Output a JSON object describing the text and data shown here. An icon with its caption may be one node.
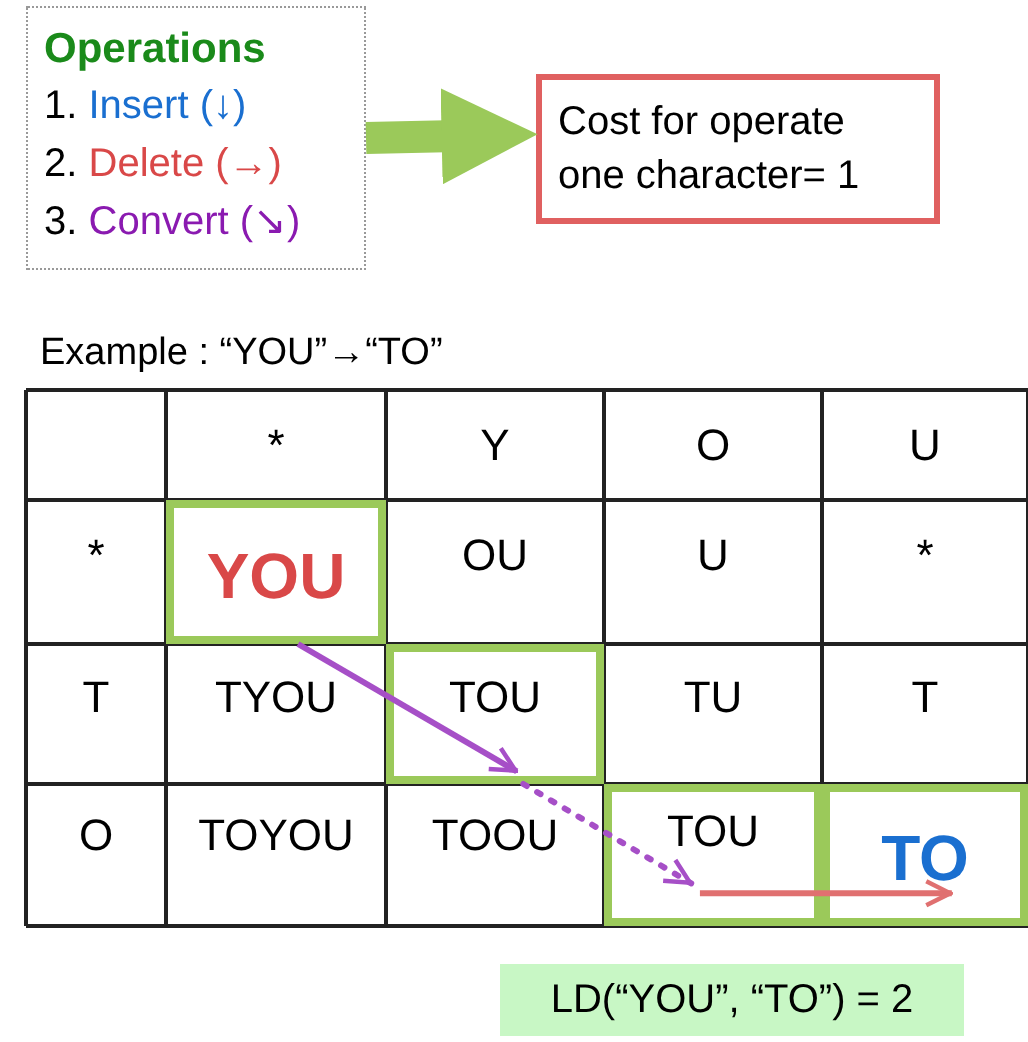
{
  "diagram": {
    "nodes": [
      {
        "text": [
          "Operations",
          "1. Insert (↓)",
          "2. Delete (→)",
          "3. Convert (↘)"
        ]
      },
      {
        "text": [
          "Cost for operate one character= 1"
        ]
      },
      {
        "text": [
          "YOU"
        ]
      },
      {
        "text": [
          "TOU"
        ]
      },
      {
        "text": [
          "TOU"
        ]
      },
      {
        "text": [
          "TO"
        ]
      },
      {
        "text": [
          "LD(“YOU”, “TO”) = 2"
        ]
      }
    ],
    "edges": [
      {
        "from": 0,
        "to": 1,
        "arrow": "to",
        "style": "thick",
        "color": "#9bc95a"
      },
      {
        "from": 2,
        "to": 3,
        "arrow": "to",
        "color": "#a64fc7"
      },
      {
        "from": 3,
        "to": 4,
        "arrow": "to",
        "style": "dashed",
        "color": "#a64fc7"
      },
      {
        "from": 4,
        "to": 5,
        "arrow": "to",
        "color": "#e07070"
      }
    ],
    "labels": [
      "Example : “YOU”→“TO”",
      "*",
      "Y",
      "O",
      "U",
      "*",
      "OU",
      "U",
      "*",
      "T",
      "TYOU",
      "TU",
      "T",
      "O",
      "TOYOU",
      "TOOU"
    ]
  }
}
